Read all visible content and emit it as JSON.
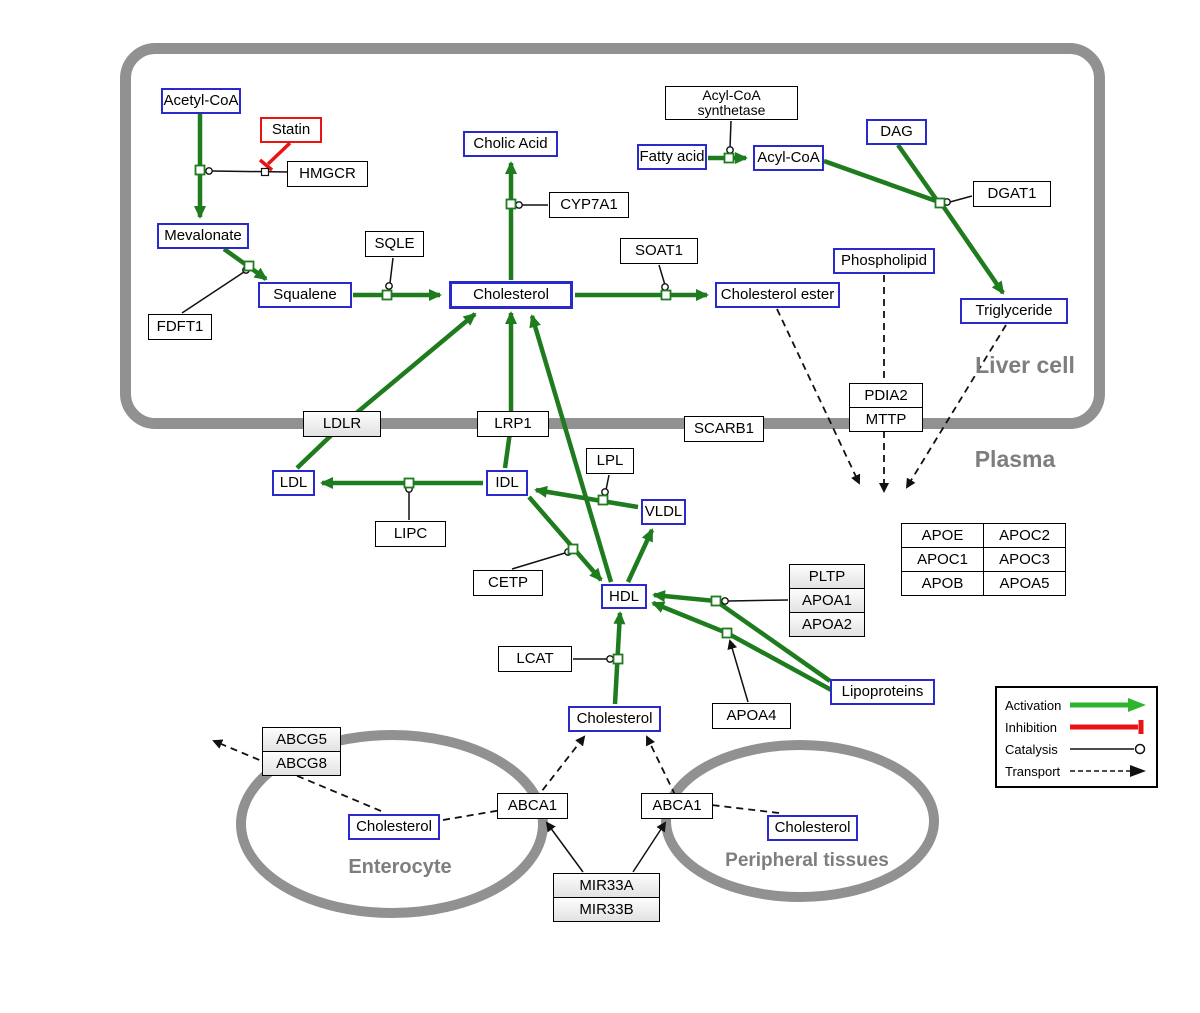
{
  "diagram": {
    "compartment_labels": {
      "liver": "Liver cell",
      "plasma": "Plasma",
      "enterocyte": "Enterocyte",
      "peripheral": "Peripheral tissues"
    },
    "metabolites": {
      "acetyl_coa": "Acetyl-CoA",
      "mevalonate": "Mevalonate",
      "squalene": "Squalene",
      "cholic_acid": "Cholic Acid",
      "cholesterol_liver": "Cholesterol",
      "fatty_acid": "Fatty acid",
      "acyl_coa": "Acyl-CoA",
      "dag": "DAG",
      "phospholipid": "Phospholipid",
      "cholesterol_ester": "Cholesterol ester",
      "triglyceride": "Triglyceride",
      "ldl": "LDL",
      "idl": "IDL",
      "vldl": "VLDL",
      "hdl": "HDL",
      "cholesterol_plasma": "Cholesterol",
      "lipoproteins": "Lipoproteins",
      "cholesterol_enterocyte": "Cholesterol",
      "cholesterol_peripheral": "Cholesterol"
    },
    "proteins": {
      "statin": "Statin",
      "hmgcr": "HMGCR",
      "sqle": "SQLE",
      "fdft1": "FDFT1",
      "cyp7a1": "CYP7A1",
      "soat1": "SOAT1",
      "acyl_coa_synthetase_line1": "Acyl-CoA",
      "acyl_coa_synthetase_line2": "synthetase",
      "dgat1": "DGAT1",
      "pdia2": "PDIA2",
      "mttp": "MTTP",
      "ldlr": "LDLR",
      "lrp1": "LRP1",
      "scarb1": "SCARB1",
      "lpl": "LPL",
      "lipc": "LIPC",
      "cetp": "CETP",
      "lcat": "LCAT",
      "pltp": "PLTP",
      "apoa1": "APOA1",
      "apoa2": "APOA2",
      "apoa4": "APOA4",
      "abcg5": "ABCG5",
      "abcg8": "ABCG8",
      "abca1_left": "ABCA1",
      "abca1_right": "ABCA1",
      "mir33a": "MIR33A",
      "mir33b": "MIR33B"
    },
    "apo_table": {
      "rows": [
        {
          "left": "APOE",
          "right": "APOC2"
        },
        {
          "left": "APOC1",
          "right": "APOC3"
        },
        {
          "left": "APOB",
          "right": "APOA5"
        }
      ]
    },
    "legend": {
      "activation": "Activation",
      "inhibition": "Inhibition",
      "catalysis": "Catalysis",
      "transport": "Transport"
    },
    "colors": {
      "activation_green": "#1e7b1e",
      "legend_green": "#2db52d",
      "inhibition_red": "#e81313",
      "metabolite_blue": "#2929cc",
      "membrane_gray": "#919191"
    }
  }
}
